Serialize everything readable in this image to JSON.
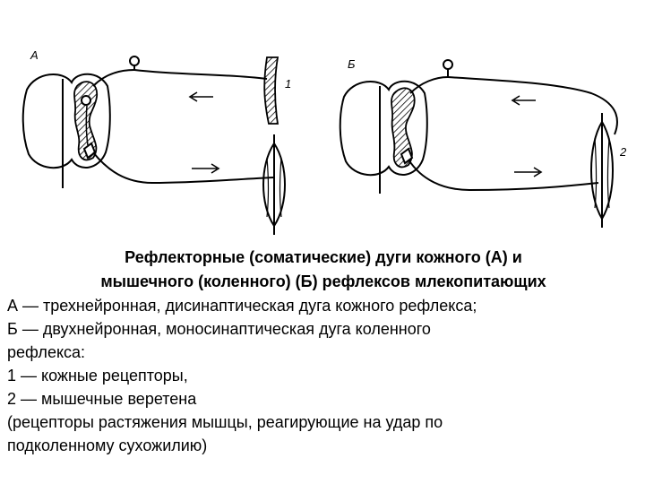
{
  "figure": {
    "panel_a_label": "A",
    "panel_b_label": "Б",
    "receptor_1_label": "1",
    "receptor_2_label": "2"
  },
  "caption": {
    "title_line_1": "Рефлекторные (соматические) дуги кожного (А) и",
    "title_line_2": "мышечного (коленного) (Б) рефлексов млекопитающих",
    "lines": [
      "А — трехнейронная, дисинаптическая дуга кожного рефлекса;",
      "Б — двухнейронная, моносинаптическая дуга коленного",
      "рефлекса:",
      "1 — кожные рецепторы,",
      "2 — мышечные веретена",
      "(рецепторы растяжения мышцы, реагирующие на удар по",
      "подколенному сухожилию)"
    ]
  }
}
